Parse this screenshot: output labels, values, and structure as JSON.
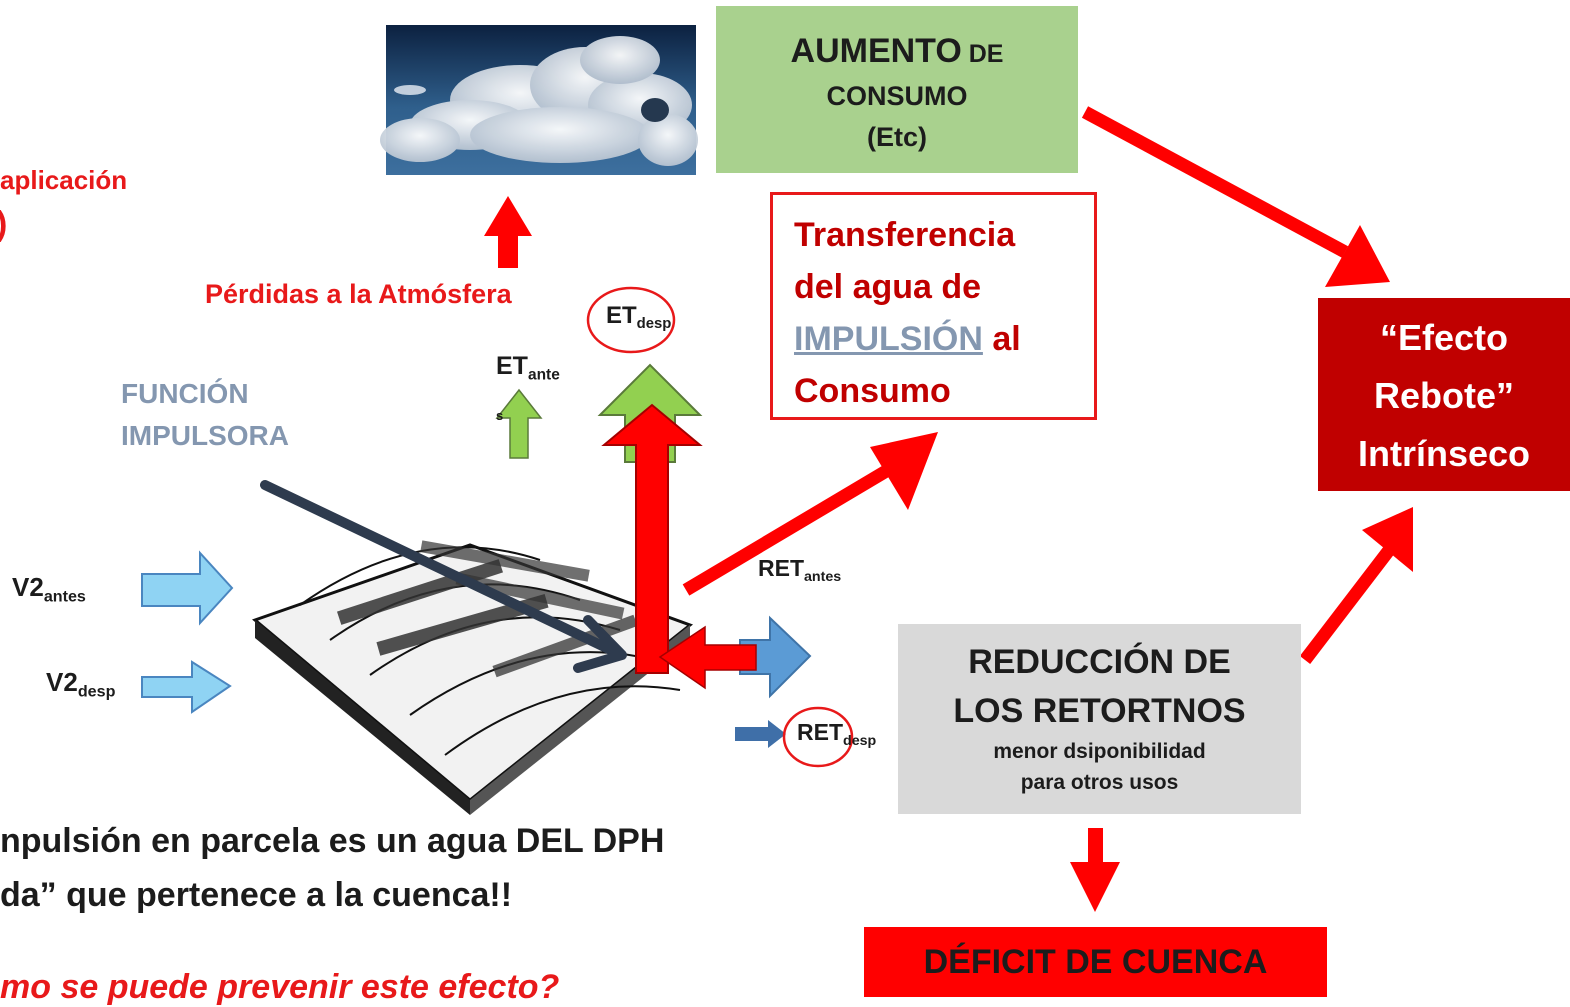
{
  "left_fragments": {
    "aplicacion": "aplicación",
    "paren": ")"
  },
  "perdidas_label": "Pérdidas a la Atmósfera",
  "funcion_label": {
    "line1": "FUNCIÓN",
    "line2": "IMPULSORA"
  },
  "et_antes": {
    "base": "ET",
    "sub": "ante",
    "tail": "s"
  },
  "et_desp": {
    "base": "ET",
    "sub": "desp"
  },
  "aumento_box": {
    "word1": "AUMENTO",
    "word2": " DE",
    "line2": "CONSUMO",
    "line3": "(Etc)"
  },
  "transferencia_box": {
    "line1": "Transferencia",
    "line2": "del agua de",
    "impulsion": "IMPULSIÓN",
    "al": " al",
    "line4": "Consumo"
  },
  "efecto_box": {
    "line1": "“Efecto",
    "line2": "Rebote”",
    "line3": "Intrínseco"
  },
  "v2_antes": {
    "base": "V2",
    "sub": "antes"
  },
  "v2_desp": {
    "base": "V2",
    "sub": "desp"
  },
  "ret_antes": {
    "base": "RET",
    "sub": "antes"
  },
  "ret_desp": {
    "base": "RET",
    "sub": "desp"
  },
  "reduccion_box": {
    "line1": "REDUCCIÓN DE",
    "line2": "LOS RETORTNOS",
    "line3": "menor dsiponibilidad",
    "line4": "para otros usos"
  },
  "deficit_box": {
    "label": "DÉFICIT DE CUENCA"
  },
  "bottom_text": {
    "line1": "npulsión en parcela es un agua DEL DPH",
    "line2": "da” que pertenece a la cuenca!!",
    "line3": "mo se puede prevenir este efecto?"
  },
  "colors": {
    "red": "#e8191a",
    "dark_red": "#c00000",
    "green_box": "#a9d18e",
    "grey_box": "#d9d9d9",
    "light_blue": "#8fd3f3",
    "blue": "#5b9bd5",
    "green_arrow": "#92d050",
    "navy": "#2e3b4e",
    "funcion_blue": "#8497b0"
  }
}
